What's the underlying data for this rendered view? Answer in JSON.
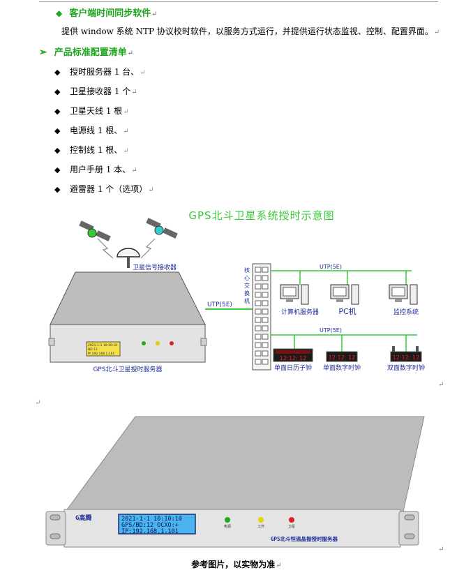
{
  "section1": {
    "bullet": "◆",
    "title": "客户端时间同步软件",
    "mark": "↵"
  },
  "paragraph": {
    "text": "提供 window 系统 NTP 协议校时软件，以服务方式运行，并提供运行状态监视、控制、配置界面。",
    "mark": "↵"
  },
  "section2": {
    "bullet": "➢",
    "title": "产品标准配置清单",
    "mark": "↵"
  },
  "list": {
    "bullet": "◆",
    "items": [
      {
        "text": "授时服务器 1 台、",
        "mark": "↵"
      },
      {
        "text": "卫星接收器 1 个",
        "mark": "↵"
      },
      {
        "text": "卫星天线 1 根",
        "mark": "↵"
      },
      {
        "text": "电源线 1 根、",
        "mark": "↵"
      },
      {
        "text": "控制线 1 根、",
        "mark": "↵"
      },
      {
        "text": "用户手册 1 本、",
        "mark": "↵"
      },
      {
        "text": "避雷器 1 个（选项）",
        "mark": "↵"
      }
    ]
  },
  "diagram": {
    "title": "GPS北斗卫星系统授时示意图",
    "receiver_label": "卫星信号接收器",
    "switch_label": [
      "核",
      "心",
      "交",
      "换",
      "机"
    ],
    "utp_left": "UTP(5E)",
    "utp_top": "UTP(5E)",
    "utp_bottom": "UTP(5E)",
    "server_caption": "GPS北斗卫星授时服务器",
    "lcd_lines": [
      "2021-1-1 10:10:10",
      "BD 12",
      "IP 192.168.1.101"
    ],
    "pc_labels": [
      "计算机服务器",
      "PC机",
      "监控系统"
    ],
    "clock_labels": [
      "单面日历子钟",
      "单面数字时钟",
      "双面数字时钟"
    ],
    "clock_displays": [
      "12:12: 12",
      "12:12: 12",
      "12:12: 12"
    ],
    "colors": {
      "title": "#39c939",
      "line": "#33cc33",
      "text": "#1f2f9a",
      "display": "#ff2020"
    }
  },
  "photo": {
    "brand": "G高腾",
    "lcd_lines": [
      "2021-1-1 10:10:10",
      "GPS/BD:12 OCXO:+",
      "IP:192.168.1.101"
    ],
    "led_labels": [
      "电源",
      "工作",
      "卫星"
    ],
    "model": "GPS北斗恒温晶振授时服务器"
  },
  "caption": {
    "text": "参考图片，以实物为准",
    "mark": "↵"
  },
  "marks": {
    "after_diagram": "↵",
    "left": "↵",
    "after_photo": "↵"
  }
}
